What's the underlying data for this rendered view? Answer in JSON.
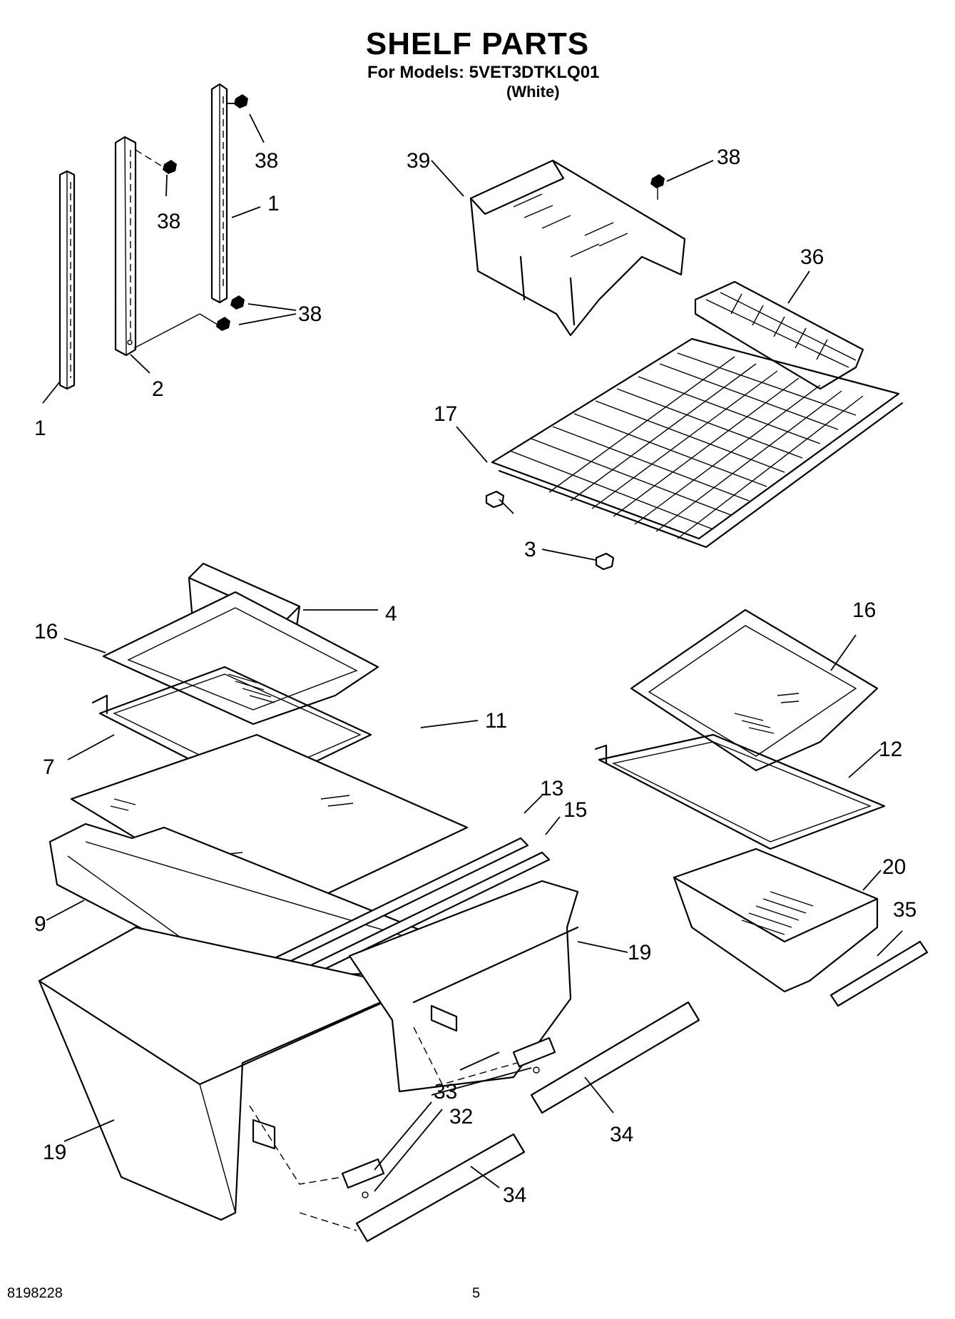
{
  "header": {
    "title": "SHELF PARTS",
    "models_line": "For Models: 5VET3DTKLQ01",
    "color_line": "(White)"
  },
  "footer": {
    "doc_number": "8198228",
    "page_number": "5"
  },
  "callouts": {
    "c38a": "38",
    "c38b": "38",
    "c38c": "38",
    "c38d": "38",
    "c1a": "1",
    "c1b": "1",
    "c2": "2",
    "c39": "39",
    "c36": "36",
    "c17": "17",
    "c3": "3",
    "c4": "4",
    "c16a": "16",
    "c16b": "16",
    "c11": "11",
    "c7": "7",
    "c12": "12",
    "c13": "13",
    "c15": "15",
    "c20": "20",
    "c35": "35",
    "c9": "9",
    "c19a": "19",
    "c19b": "19",
    "c33": "33",
    "c32": "32",
    "c34a": "34",
    "c34b": "34"
  }
}
